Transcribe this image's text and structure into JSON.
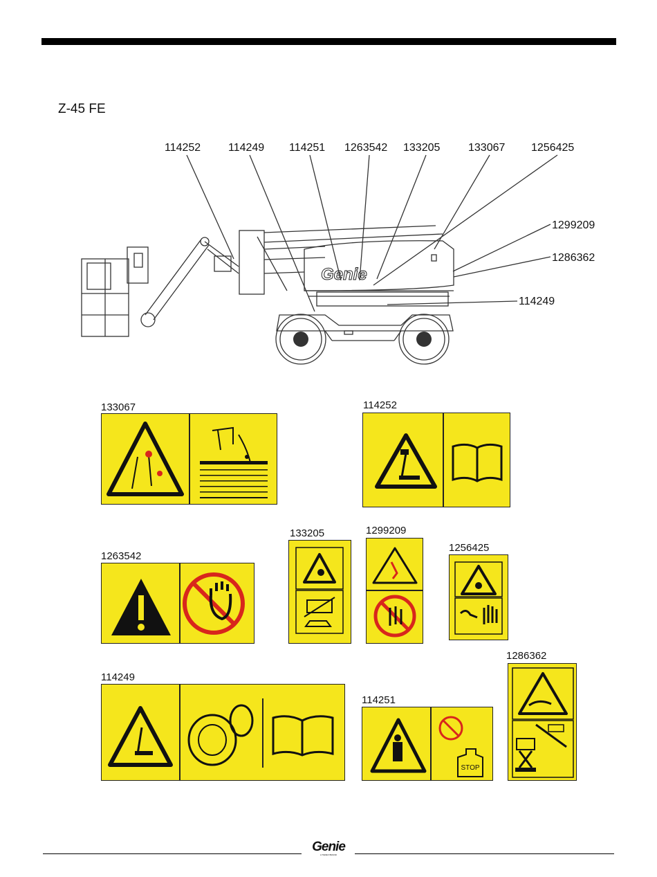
{
  "header": {
    "model": "Z-45 FE"
  },
  "diagram": {
    "callouts_top": [
      "114252",
      "114249",
      "114251",
      "1263542",
      "133205",
      "133067",
      "1256425"
    ],
    "callouts_right": [
      "1299209",
      "1286362",
      "114249"
    ],
    "machine_brand": "Genie"
  },
  "decals": [
    {
      "number": "133067"
    },
    {
      "number": "114252"
    },
    {
      "number": "1263542"
    },
    {
      "number": "133205"
    },
    {
      "number": "1299209"
    },
    {
      "number": "1256425"
    },
    {
      "number": "114249"
    },
    {
      "number": "114251"
    },
    {
      "number": "1286362"
    }
  ],
  "decal_texts": {
    "stop": "STOP"
  },
  "footer": {
    "brand": "Genie",
    "tagline": "A TEREX BRAND"
  },
  "colors": {
    "decal_yellow": "#f5e61c",
    "warning_red": "#d8261c"
  }
}
